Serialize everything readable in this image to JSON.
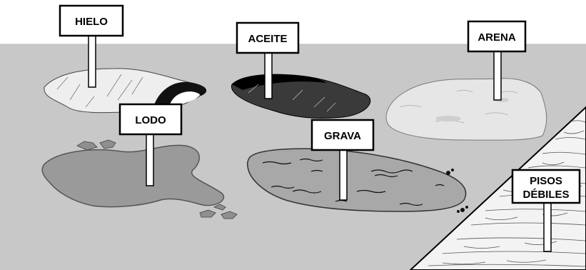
{
  "diagram": {
    "signs": {
      "ice": "HIELO",
      "oil": "ACEITE",
      "sand": "ARENA",
      "mud": "LODO",
      "gravel": "GRAVA",
      "weak_floor_line1": "PISOS",
      "weak_floor_line2": "DÉBILES"
    }
  },
  "colors": {
    "floor": "#c8c8c8",
    "ice": "#eeeeee",
    "oil": "#3a3a3a",
    "sand": "#e6e6e6",
    "mud": "#9a9a9a",
    "gravel": "#a8a8a8",
    "weak_floor": "#f2f2f2"
  }
}
